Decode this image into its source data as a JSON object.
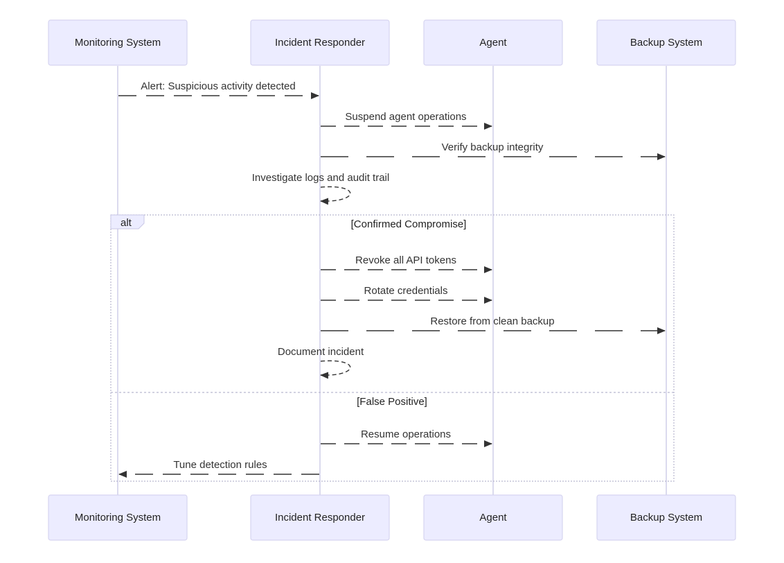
{
  "participants": [
    {
      "id": "monitoring",
      "label": "Monitoring System"
    },
    {
      "id": "responder",
      "label": "Incident Responder"
    },
    {
      "id": "agent",
      "label": "Agent"
    },
    {
      "id": "backup",
      "label": "Backup System"
    }
  ],
  "messages": [
    {
      "from": "monitoring",
      "to": "responder",
      "label": "Alert: Suspicious activity detected"
    },
    {
      "from": "responder",
      "to": "agent",
      "label": "Suspend agent operations"
    },
    {
      "from": "responder",
      "to": "backup",
      "label": "Verify backup integrity"
    },
    {
      "from": "responder",
      "to": "responder",
      "label": "Investigate logs and audit trail"
    },
    {
      "from": "responder",
      "to": "agent",
      "label": "Revoke all API tokens"
    },
    {
      "from": "responder",
      "to": "agent",
      "label": "Rotate credentials"
    },
    {
      "from": "responder",
      "to": "backup",
      "label": "Restore from clean backup"
    },
    {
      "from": "responder",
      "to": "responder",
      "label": "Document incident"
    },
    {
      "from": "responder",
      "to": "agent",
      "label": "Resume operations"
    },
    {
      "from": "responder",
      "to": "monitoring",
      "label": "Tune detection rules"
    }
  ],
  "alt_block": {
    "keyword": "alt",
    "sections": [
      {
        "condition": "[Confirmed Compromise]"
      },
      {
        "condition": "[False Positive]"
      }
    ]
  },
  "colors": {
    "actor_fill": "#ececff",
    "actor_border": "#d6d4f0",
    "lifeline": "#cfcde8",
    "message": "#333333"
  }
}
